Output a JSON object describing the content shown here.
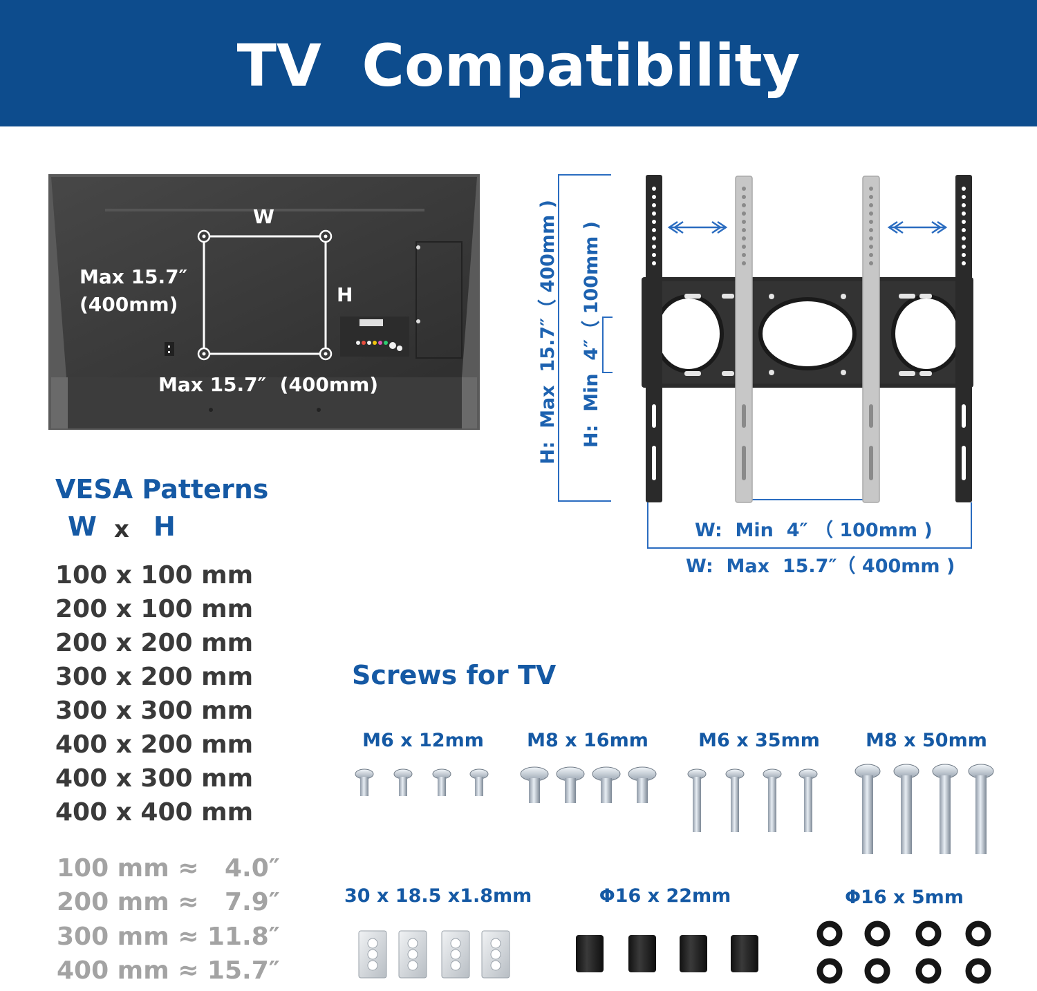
{
  "header": {
    "title": "TV  Compatibility"
  },
  "tv_back": {
    "label_w": "W",
    "label_h": "H",
    "max_height_line1": "Max 15.7″",
    "max_height_line2": "(400mm)",
    "max_width": "Max 15.7″  (400mm)"
  },
  "bracket": {
    "h_max": "H:  Max  15.7″（ 400mm )",
    "h_min": "H:  Min  4″（ 100mm )",
    "w_min": "W:  Min  4″ （ 100mm )",
    "w_max": "W:  Max  15.7″（ 400mm )"
  },
  "vesa": {
    "title": "VESA Patterns",
    "subtitle_w": "W",
    "subtitle_x": "x",
    "subtitle_h": "H",
    "patterns": [
      "100 x 100 mm",
      "200 x 100 mm",
      "200 x 200 mm",
      "300 x 200 mm",
      "300 x 300 mm",
      "400 x 200 mm",
      "400 x 300 mm",
      "400 x 400 mm"
    ],
    "conversions": [
      "100 mm ≈   4.0″",
      "200 mm ≈   7.9″",
      "300 mm ≈ 11.8″",
      "400 mm ≈ 15.7″"
    ]
  },
  "screws": {
    "title": "Screws for TV",
    "row1": [
      "M6 x 12mm",
      "M8 x 16mm",
      "M6 x 35mm",
      "M8 x 50mm"
    ],
    "row2": [
      "30 x 18.5 x1.8mm",
      "Φ16 x 22mm",
      "Φ16 x 5mm"
    ]
  },
  "colors": {
    "header_bg": "#0d4c8d",
    "accent_blue": "#1559a4",
    "tv_body": "#3b3b3b",
    "bracket_black": "#2a2a2a",
    "bracket_silver": "#c4c4c4"
  }
}
